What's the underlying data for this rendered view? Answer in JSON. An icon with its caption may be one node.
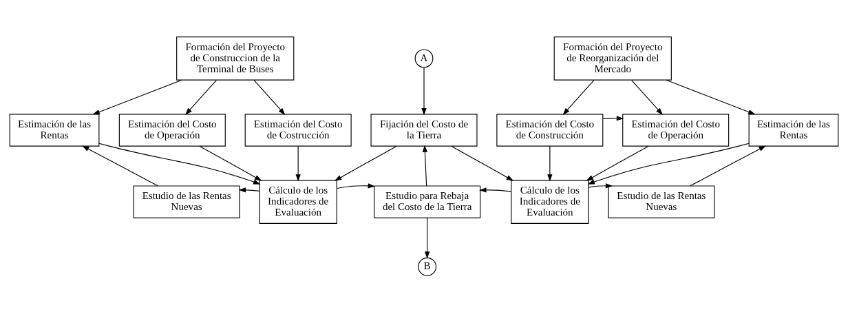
{
  "diagram": {
    "nodes": [
      {
        "text": [
          "Formación del Proyecto de Construccion de la Terminal de Buses"
        ]
      },
      {
        "text": [
          "Formación del Proyecto de Reorganización del Mercado"
        ]
      },
      {
        "text": [
          "A"
        ]
      },
      {
        "text": [
          "Estimación de las Rentas"
        ]
      },
      {
        "text": [
          "Estimación del Costo de Operación"
        ]
      },
      {
        "text": [
          "Estimación del Costo de Costrucción"
        ]
      },
      {
        "text": [
          "Fijación del Costo de la Tierra"
        ]
      },
      {
        "text": [
          "Estimación del Costo de Construcción"
        ]
      },
      {
        "text": [
          "Estimación del Costo de Operación"
        ]
      },
      {
        "text": [
          "Estimación de las Rentas"
        ]
      },
      {
        "text": [
          "Estudio de las Rentas Nuevas"
        ]
      },
      {
        "text": [
          "Cálculo de los Indicadores de Evaluación"
        ]
      },
      {
        "text": [
          "Estudio para Rebaja del Costo de la Tierra"
        ]
      },
      {
        "text": [
          "Cálculo de los Indicadores de Evaluación"
        ]
      },
      {
        "text": [
          "Estudio de las Rentas Nuevas"
        ]
      },
      {
        "text": [
          "B"
        ]
      }
    ],
    "edges": [
      {
        "from": 0,
        "to": 3,
        "arrow": "to"
      },
      {
        "from": 0,
        "to": 4,
        "arrow": "to"
      },
      {
        "from": 0,
        "to": 5,
        "arrow": "to"
      },
      {
        "from": 2,
        "to": 6,
        "arrow": "to"
      },
      {
        "from": 1,
        "to": 7,
        "arrow": "to"
      },
      {
        "from": 1,
        "to": 8,
        "arrow": "to"
      },
      {
        "from": 1,
        "to": 9,
        "arrow": "to"
      },
      {
        "from": 7,
        "to": 8,
        "arrow": "to"
      },
      {
        "from": 3,
        "to": 11,
        "arrow": "to"
      },
      {
        "from": 4,
        "to": 11,
        "arrow": "to"
      },
      {
        "from": 5,
        "to": 11,
        "arrow": "to"
      },
      {
        "from": 6,
        "to": 11,
        "arrow": "to"
      },
      {
        "from": 10,
        "to": 3,
        "arrow": "to"
      },
      {
        "from": 11,
        "to": 10,
        "arrow": "to"
      },
      {
        "from": 11,
        "to": 12,
        "arrow": "to"
      },
      {
        "from": 12,
        "to": 6,
        "arrow": "to"
      },
      {
        "from": 12,
        "to": 15,
        "arrow": "to"
      },
      {
        "from": 6,
        "to": 13,
        "arrow": "to"
      },
      {
        "from": 7,
        "to": 13,
        "arrow": "to"
      },
      {
        "from": 8,
        "to": 13,
        "arrow": "to"
      },
      {
        "from": 9,
        "to": 13,
        "arrow": "to"
      },
      {
        "from": 13,
        "to": 12,
        "arrow": "to"
      },
      {
        "from": 13,
        "to": 14,
        "arrow": "to"
      },
      {
        "from": 14,
        "to": 9,
        "arrow": "to"
      }
    ]
  }
}
